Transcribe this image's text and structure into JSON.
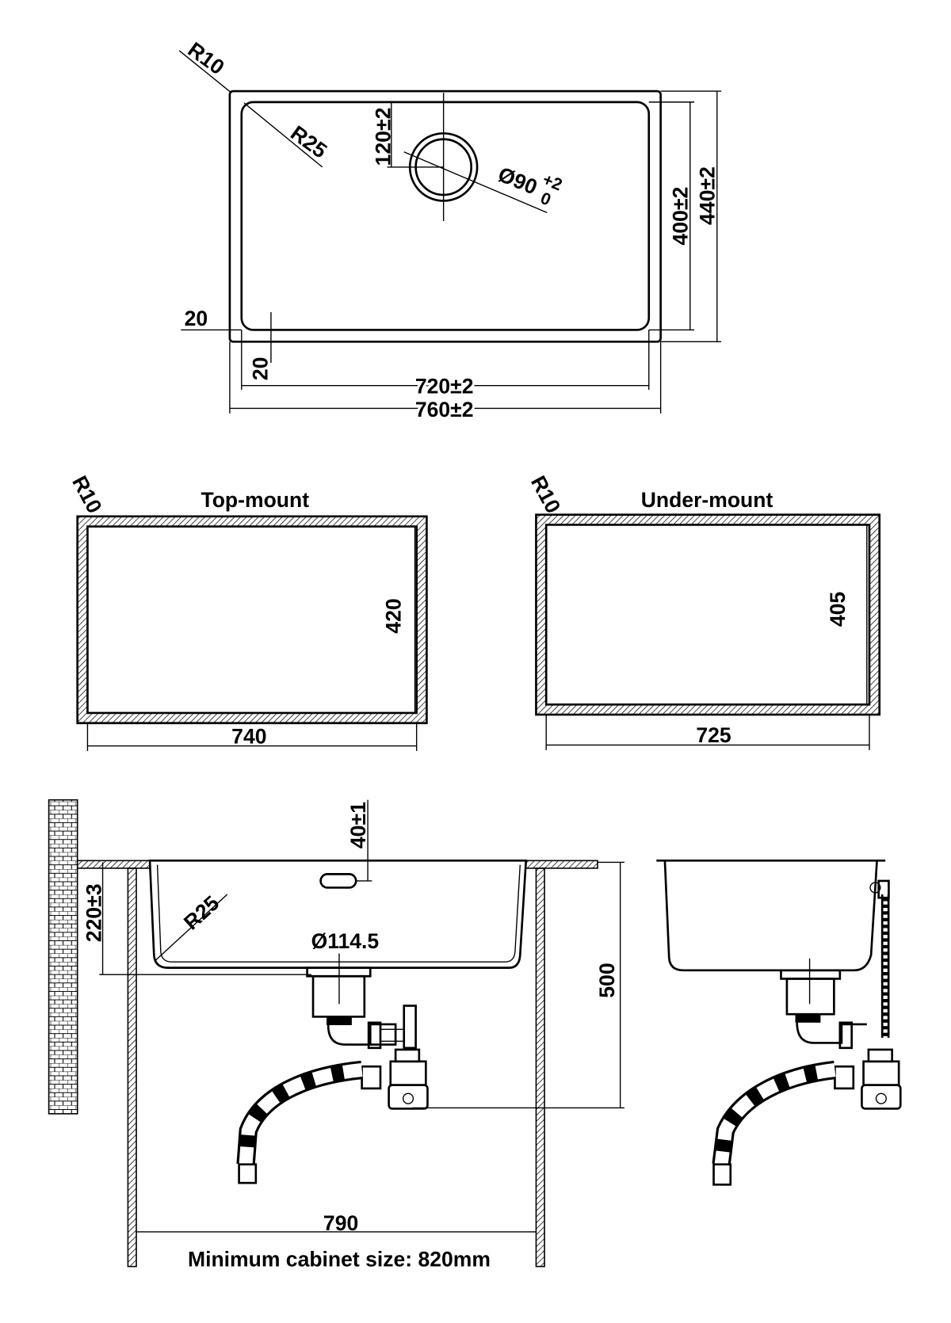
{
  "top_view": {
    "r10": "R10",
    "r25": "R25",
    "drain_offset": "120±2",
    "drain_dia": "Ø90",
    "drain_tol_plus": "+2",
    "drain_tol_minus": "0",
    "inner_depth": "400±2",
    "outer_depth": "440±2",
    "rim_left": "20",
    "rim_front": "20",
    "inner_width": "720±2",
    "outer_width": "760±2"
  },
  "top_mount": {
    "title": "Top-mount",
    "radius": "R10",
    "height": "420",
    "width": "740"
  },
  "under_mount": {
    "title": "Under-mount",
    "radius": "R10",
    "height": "405",
    "width": "725"
  },
  "section_view": {
    "overflow_height": "40±1",
    "bowl_depth": "220±3",
    "radius": "R25",
    "waste_dia": "Ø114.5",
    "install_depth": "500",
    "inner_cabinet": "790",
    "caption": "Minimum cabinet size: 820mm"
  },
  "colors": {
    "line": "#000000",
    "background": "#ffffff"
  }
}
